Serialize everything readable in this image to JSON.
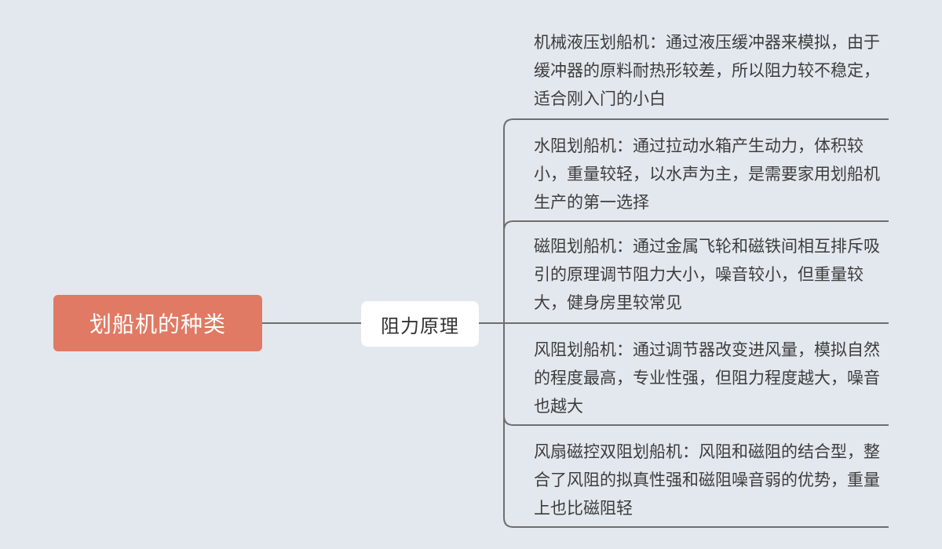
{
  "root": {
    "label": "划船机的种类"
  },
  "branch": {
    "label": "阻力原理"
  },
  "leaves": [
    {
      "text": "机械液压划船机：通过液压缓冲器来模拟，由于缓冲器的原料耐热形较差，所以阻力较不稳定，适合刚入门的小白"
    },
    {
      "text": "水阻划船机：通过拉动水箱产生动力，体积较小，重量较轻，以水声为主，是需要家用划船机生产的第一选择"
    },
    {
      "text": "磁阻划船机：通过金属飞轮和磁铁间相互排斥吸引的原理调节阻力大小，噪音较小，但重量较大，健身房里较常见"
    },
    {
      "text": "风阻划船机：通过调节器改变进风量，模拟自然的程度最高，专业性强，但阻力程度越大，噪音也越大"
    },
    {
      "text": "风扇磁控双阻划船机：风阻和磁阻的结合型，整合了风阻的拟真性强和磁阻噪音弱的优势，重量上也比磁阻轻"
    }
  ],
  "colors": {
    "background": "#e2e8ee",
    "root_fill": "#e07a64",
    "branch_fill": "#ffffff",
    "connector": "#6e6e6e"
  }
}
